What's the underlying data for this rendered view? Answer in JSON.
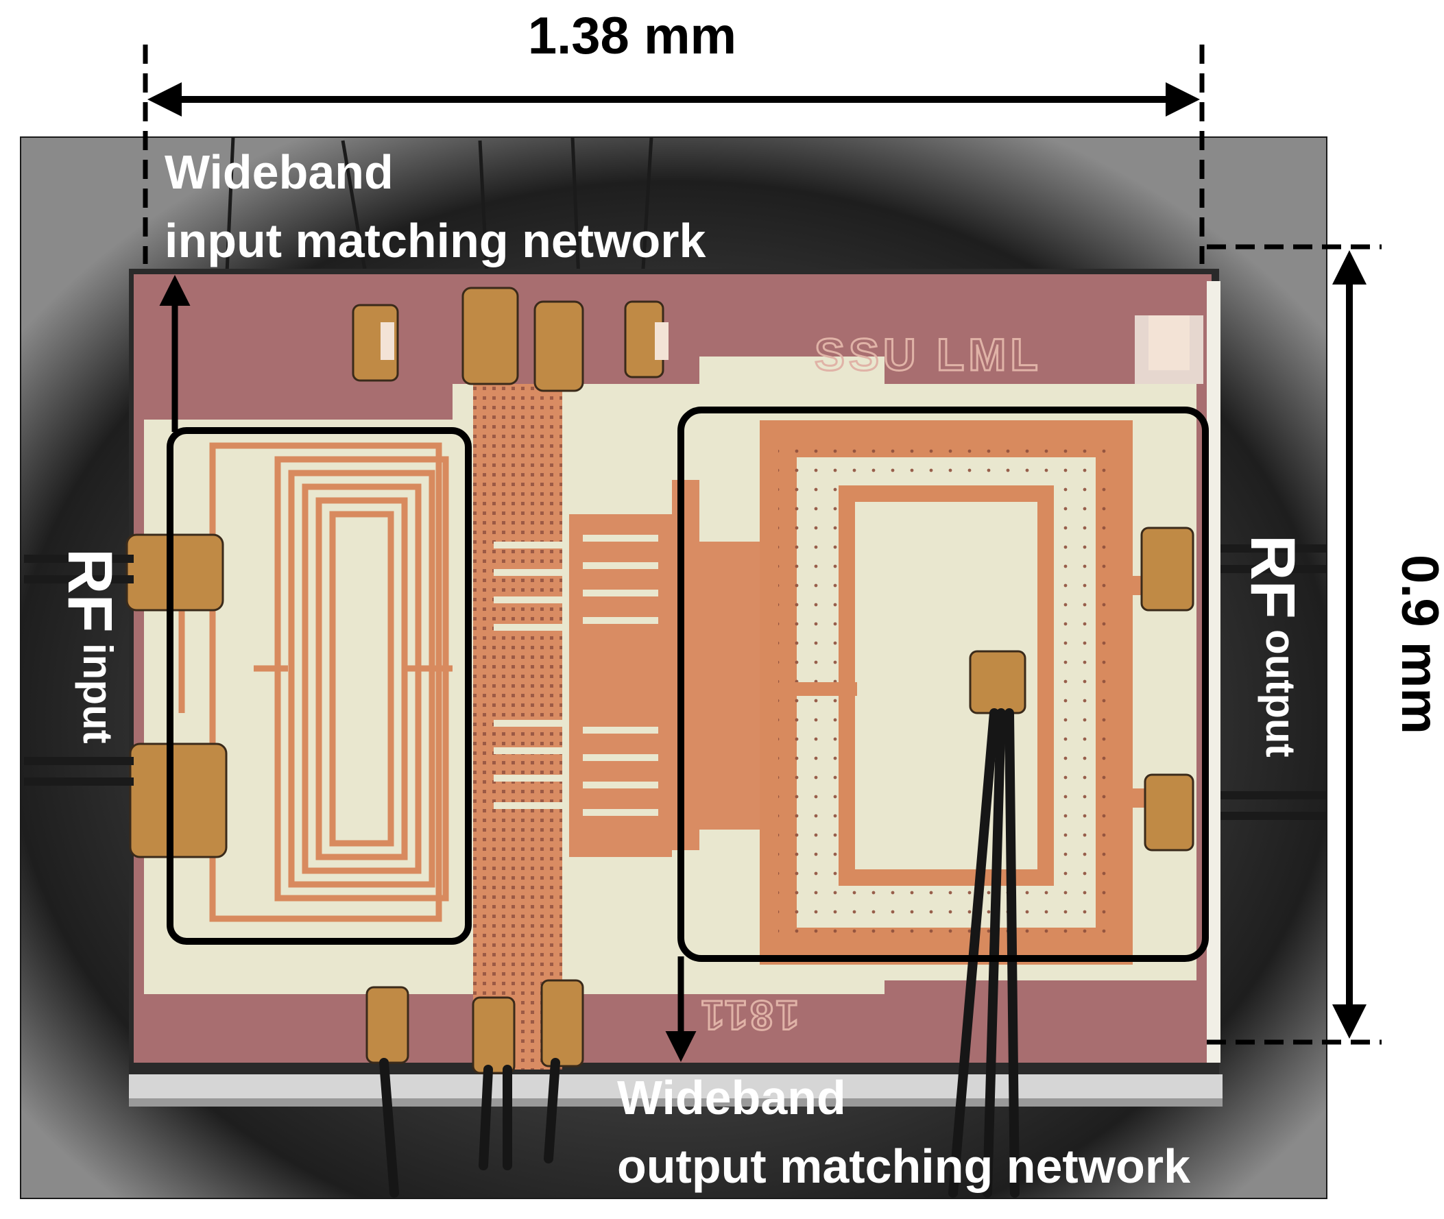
{
  "dimension_labels": {
    "width": "1.38 mm",
    "height": "0.9 mm"
  },
  "chip_markings": {
    "top_logo": "SSU LML",
    "bottom_logo": "1811"
  },
  "annotations": {
    "input_network": [
      "Wideband",
      "input matching network"
    ],
    "output_network": [
      "Wideband",
      "output matching network"
    ],
    "rf_input": {
      "main": "RF",
      "sub": "input"
    },
    "rf_output": {
      "main": "RF",
      "sub": "output"
    }
  },
  "colors": {
    "background_photo": "#2c2c2c",
    "chip_substrate": "#a86e70",
    "chip_light_area": "#e9e7cf",
    "copper_trace": "#d88a5e",
    "bond_pad": "#c08a45",
    "annotation_text": "#ffffff",
    "dimension_arrows": "#000000"
  }
}
